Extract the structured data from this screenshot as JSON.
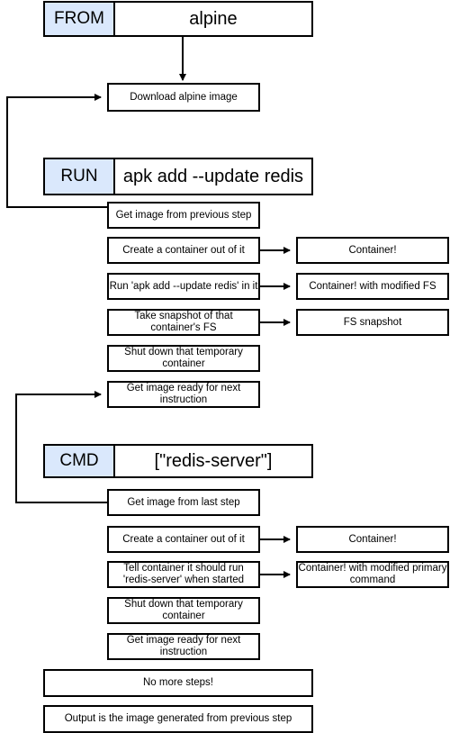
{
  "from": {
    "keyword": "FROM",
    "value": "alpine"
  },
  "run": {
    "keyword": "RUN",
    "value": "apk add --update redis"
  },
  "cmd": {
    "keyword": "CMD",
    "value": "[\"redis-server\"]"
  },
  "steps": {
    "download_alpine": "Download alpine image",
    "run_get_image": "Get image from previous step",
    "run_create_container": "Create a container out of it",
    "run_container": "Container!",
    "run_exec": "Run 'apk add --update redis' in it",
    "run_modified_fs": "Container! with modified FS",
    "run_snapshot": "Take snapshot of that container's FS",
    "run_fs_snapshot": "FS snapshot",
    "run_shutdown": "Shut down that temporary container",
    "run_ready": "Get image ready for next instruction",
    "cmd_get_image": "Get image from last step",
    "cmd_create_container": "Create a container out of it",
    "cmd_container": "Container!",
    "cmd_tell": "Tell container it should run 'redis-server' when started",
    "cmd_modified_cmd": "Container! with modified primary command",
    "cmd_shutdown": "Shut down that temporary container",
    "cmd_ready": "Get image ready for next instruction",
    "no_more_steps": "No more steps!",
    "output": "Output is the image generated from previous step"
  }
}
